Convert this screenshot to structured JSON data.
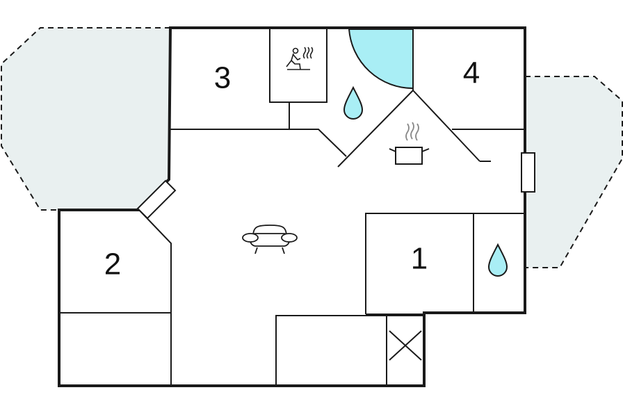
{
  "rooms": [
    {
      "id": "room-1",
      "number": "1"
    },
    {
      "id": "room-2",
      "number": "2"
    },
    {
      "id": "room-3",
      "number": "3"
    },
    {
      "id": "room-4",
      "number": "4"
    }
  ],
  "icons": {
    "sauna": "sauna-icon",
    "kitchen": "cooking-pot-icon",
    "living": "sofa-icon",
    "bathroom": "water-drop-icon",
    "storage": "cross-box-icon"
  },
  "colors": {
    "wall": "#1a1a1a",
    "terrace_fill": "#e9f0f0",
    "water_fill": "#a9eef5",
    "background": "#ffffff"
  }
}
